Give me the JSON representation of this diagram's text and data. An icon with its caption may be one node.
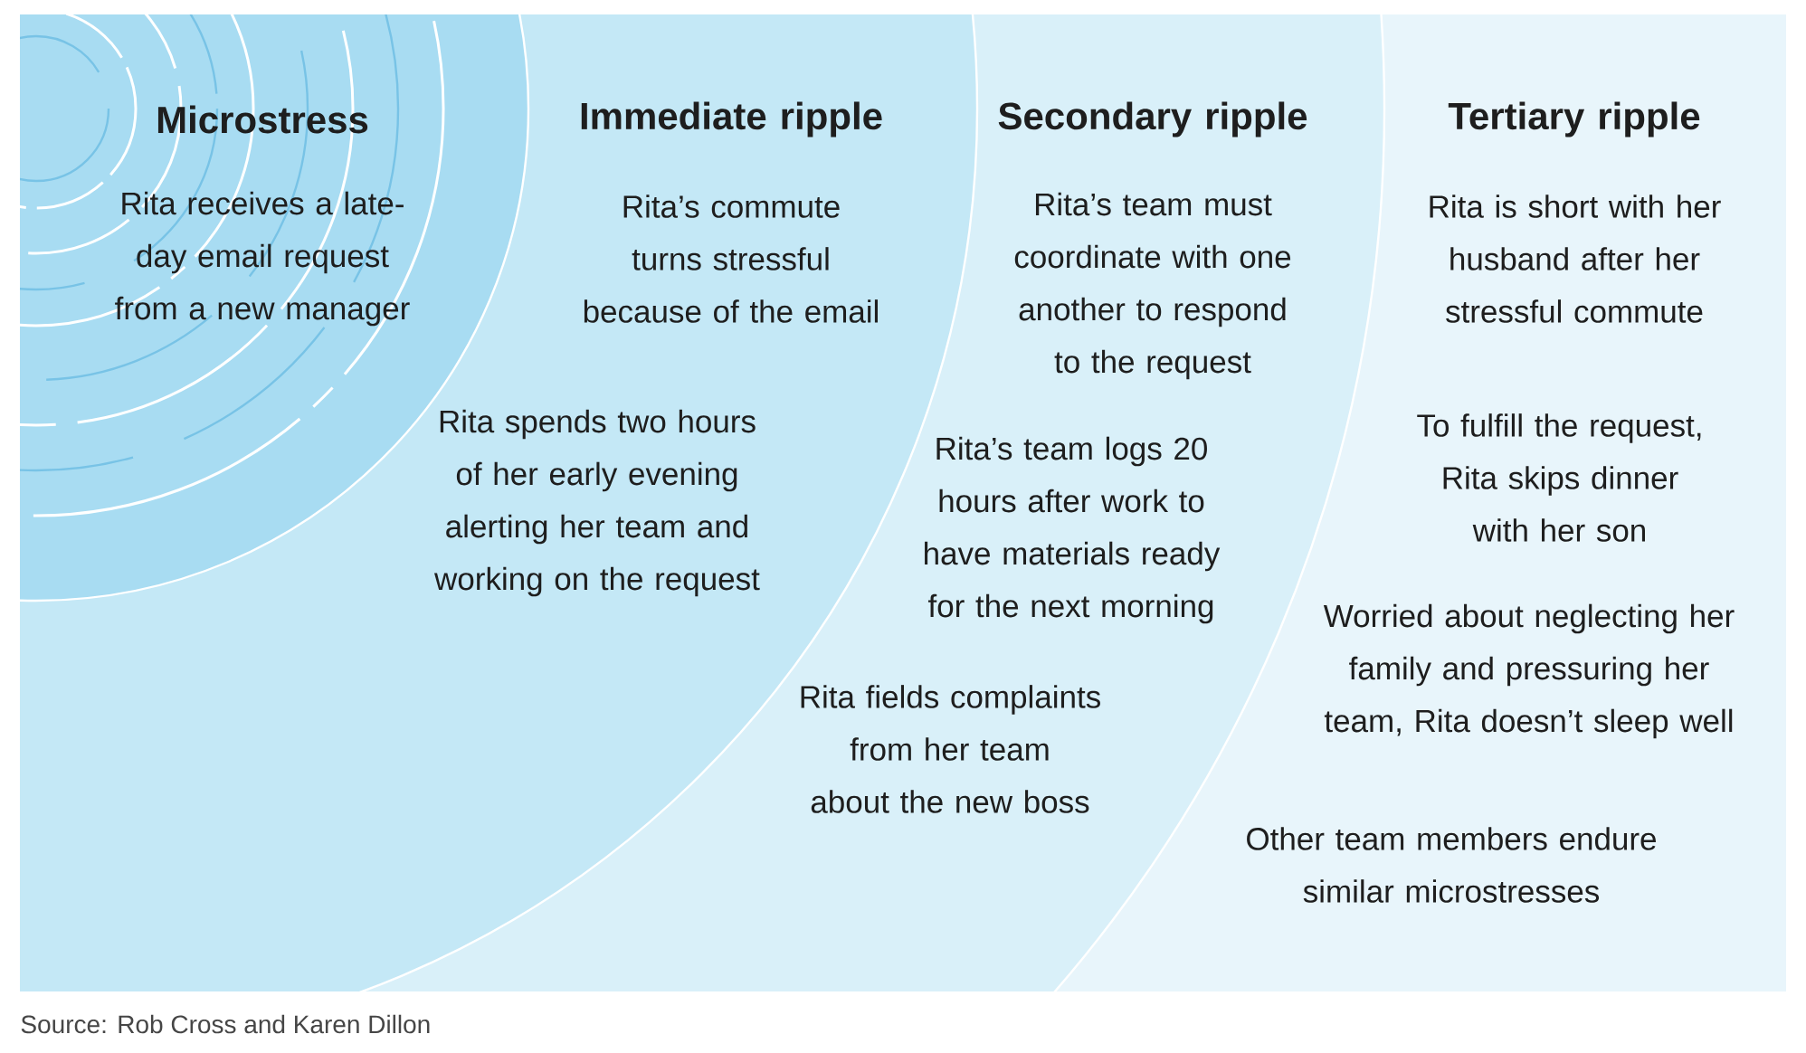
{
  "diagram": {
    "caption": "Source: Rob Cross and Karen Dillon",
    "labels": [
      "Microstress",
      "Immediate ripple",
      "Secondary ripple",
      "Tertiary ripple",
      "Rita receives a late-day email request from a new manager",
      "Rita’s commute turns stressful because of the email",
      "Rita’s team must coordinate with one another to respond to the request",
      "Rita is short with her husband after her stressful commute",
      "Rita spends two hours of her early evening alerting her team and working on the request",
      "Rita’s team logs 20 hours after work to have materials ready for the next morning",
      "To fulfill the request, Rita skips dinner with her son",
      "Worried about neglecting her family and pressuring her team, Rita doesn’t sleep well",
      "Rita fields complaints from her team about the new boss",
      "Other team members endure similar microstresses"
    ]
  }
}
